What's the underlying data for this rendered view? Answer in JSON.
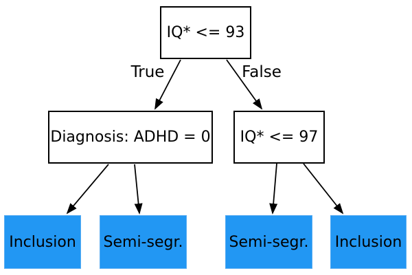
{
  "tree": {
    "type": "decision-tree",
    "root": {
      "label": "IQ* <= 93"
    },
    "branch_labels": {
      "true": "True",
      "false": "False"
    },
    "internal_nodes": [
      {
        "label": "Diagnosis: ADHD = 0",
        "reached_when": "True"
      },
      {
        "label": "IQ* <= 97",
        "reached_when": "False"
      }
    ],
    "leaves": [
      {
        "label": "Inclusion",
        "parent": "Diagnosis: ADHD = 0"
      },
      {
        "label": "Semi-segr.",
        "parent": "Diagnosis: ADHD = 0"
      },
      {
        "label": "Semi-segr.",
        "parent": "IQ* <= 97"
      },
      {
        "label": "Inclusion",
        "parent": "IQ* <= 97"
      }
    ],
    "edges": [
      {
        "from": "IQ* <= 93",
        "to": "Diagnosis: ADHD = 0",
        "label": "True"
      },
      {
        "from": "IQ* <= 93",
        "to": "IQ* <= 97",
        "label": "False"
      },
      {
        "from": "Diagnosis: ADHD = 0",
        "to": "Inclusion",
        "label": ""
      },
      {
        "from": "Diagnosis: ADHD = 0",
        "to": "Semi-segr.",
        "label": ""
      },
      {
        "from": "IQ* <= 97",
        "to": "Semi-segr.",
        "label": ""
      },
      {
        "from": "IQ* <= 97",
        "to": "Inclusion",
        "label": ""
      }
    ],
    "colors": {
      "background": "#ffffff",
      "decision_node_fill": "#ffffff",
      "decision_node_border": "#000000",
      "leaf_fill": "#2297f3",
      "edge_color": "#000000",
      "text_color": "#000000"
    }
  }
}
